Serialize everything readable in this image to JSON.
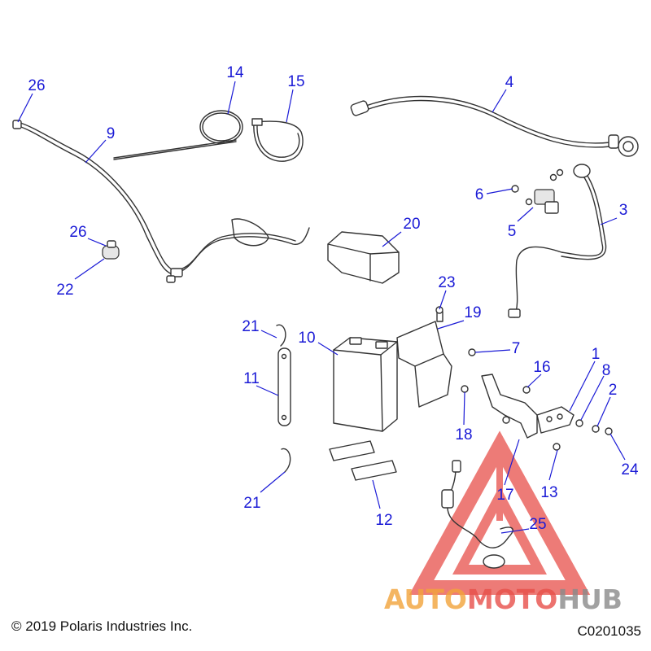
{
  "callouts": [
    {
      "id": "1",
      "label": "1"
    },
    {
      "id": "2",
      "label": "2"
    },
    {
      "id": "3",
      "label": "3"
    },
    {
      "id": "4",
      "label": "4"
    },
    {
      "id": "5",
      "label": "5"
    },
    {
      "id": "6",
      "label": "6"
    },
    {
      "id": "7",
      "label": "7"
    },
    {
      "id": "8",
      "label": "8"
    },
    {
      "id": "9",
      "label": "9"
    },
    {
      "id": "10",
      "label": "10"
    },
    {
      "id": "11",
      "label": "11"
    },
    {
      "id": "12",
      "label": "12"
    },
    {
      "id": "13",
      "label": "13"
    },
    {
      "id": "14",
      "label": "14"
    },
    {
      "id": "15",
      "label": "15"
    },
    {
      "id": "16",
      "label": "16"
    },
    {
      "id": "17",
      "label": "17"
    },
    {
      "id": "18",
      "label": "18"
    },
    {
      "id": "19",
      "label": "19"
    },
    {
      "id": "20",
      "label": "20"
    },
    {
      "id": "21a",
      "label": "21"
    },
    {
      "id": "21b",
      "label": "21"
    },
    {
      "id": "22",
      "label": "22"
    },
    {
      "id": "23",
      "label": "23"
    },
    {
      "id": "24",
      "label": "24"
    },
    {
      "id": "25",
      "label": "25"
    },
    {
      "id": "26a",
      "label": "26"
    },
    {
      "id": "26b",
      "label": "26"
    }
  ],
  "footer": {
    "copyright": "© 2019 Polaris Industries Inc.",
    "diagram_id": "C0201035"
  },
  "watermark": {
    "part1": "AUTO",
    "part2": "MOTO",
    "part3": "HUB",
    "color_orange": "#f2a33a",
    "color_red": "#e8504a",
    "color_gray": "#8a8a8a"
  },
  "colors": {
    "callout": "#1a1ad6",
    "line_art": "#333333"
  }
}
